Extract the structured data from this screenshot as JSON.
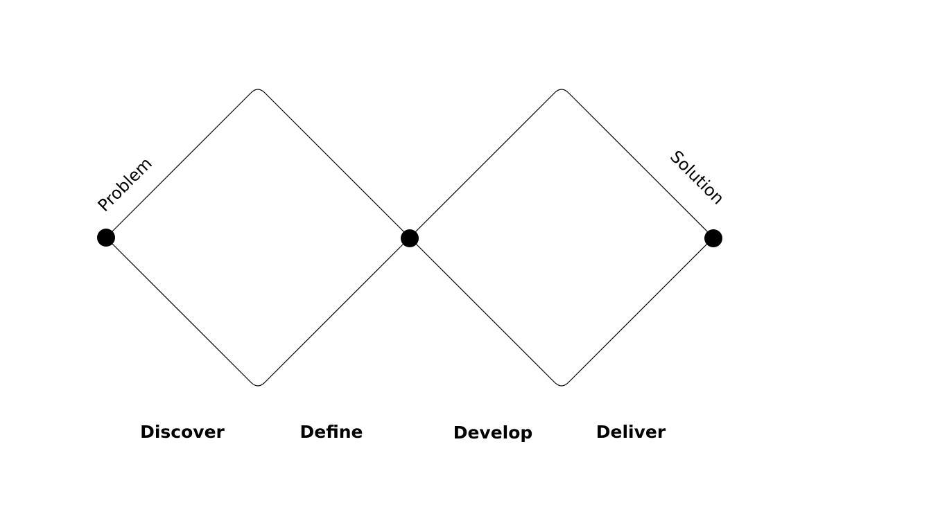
{
  "diagram": {
    "start_label": "Problem",
    "end_label": "Solution",
    "phases": [
      {
        "label": "Discover"
      },
      {
        "label": "Define"
      },
      {
        "label": "Develop"
      },
      {
        "label": "Deliver"
      }
    ],
    "colors": {
      "background": "#ffffff",
      "stroke": "#000000",
      "node": "#000000",
      "text": "#000000"
    }
  }
}
